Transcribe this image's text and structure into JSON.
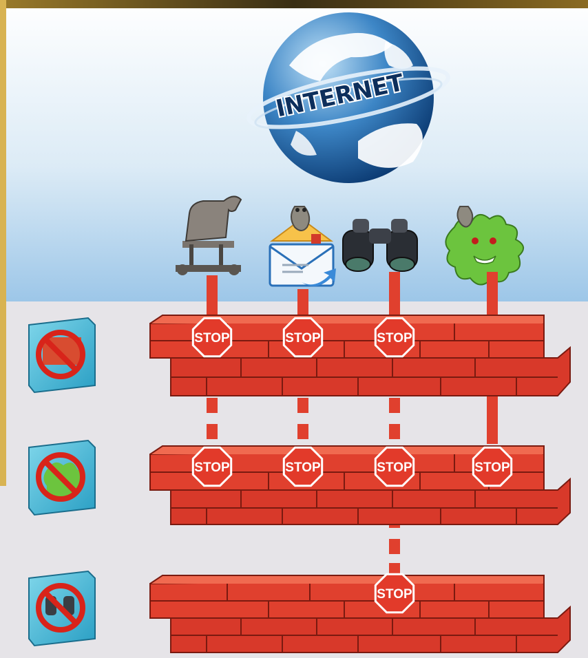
{
  "globe": {
    "label": "INTERNET"
  },
  "threats": [
    {
      "name": "trojan-horse-icon"
    },
    {
      "name": "email-worm-icon"
    },
    {
      "name": "binoculars-spyware-icon"
    },
    {
      "name": "virus-monster-icon"
    }
  ],
  "stop_label": "STOP",
  "layers": [
    {
      "name": "firewall-layer-1",
      "badge_icon": "no-firewall-breach-icon",
      "blocks": [
        0,
        1,
        2
      ]
    },
    {
      "name": "firewall-layer-2",
      "badge_icon": "no-virus-icon",
      "blocks": [
        0,
        1,
        2,
        3
      ]
    },
    {
      "name": "firewall-layer-3",
      "badge_icon": "no-spyware-icon",
      "blocks": [
        2
      ]
    }
  ],
  "colors": {
    "brick": "#e0402e",
    "brick_dark": "#a82618",
    "brick_light": "#f06a50",
    "stop_sign": "#e23a2a",
    "left_bar": "#d8b352",
    "sky_top": "#ffffff",
    "sky_bottom": "#9cc6e8",
    "ground": "#e6e4e8"
  }
}
